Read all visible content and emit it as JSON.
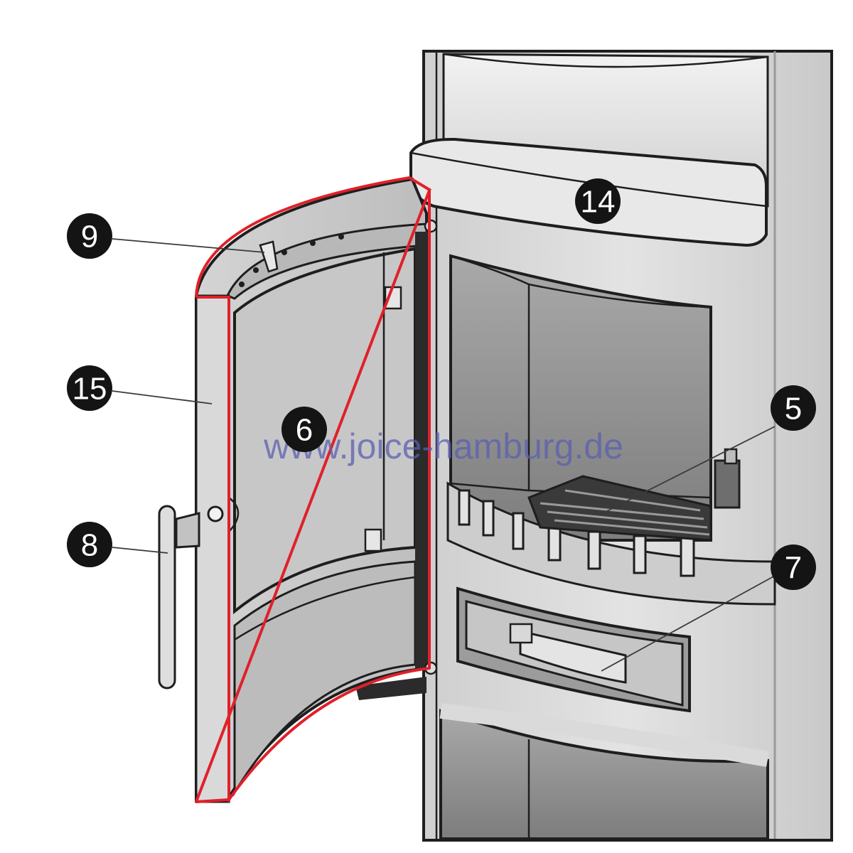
{
  "labels": {
    "part_14": "14",
    "part_9": "9",
    "part_15": "15",
    "part_6": "6",
    "part_5": "5",
    "part_8": "8",
    "part_7": "7"
  },
  "watermark": "www.joice-hamburg.de",
  "colors": {
    "highlight_outline": "#e0202a",
    "callout_fill": "#141414",
    "stove_body": "#d6d6d6",
    "firebox_dark": "#8f8f8f"
  }
}
